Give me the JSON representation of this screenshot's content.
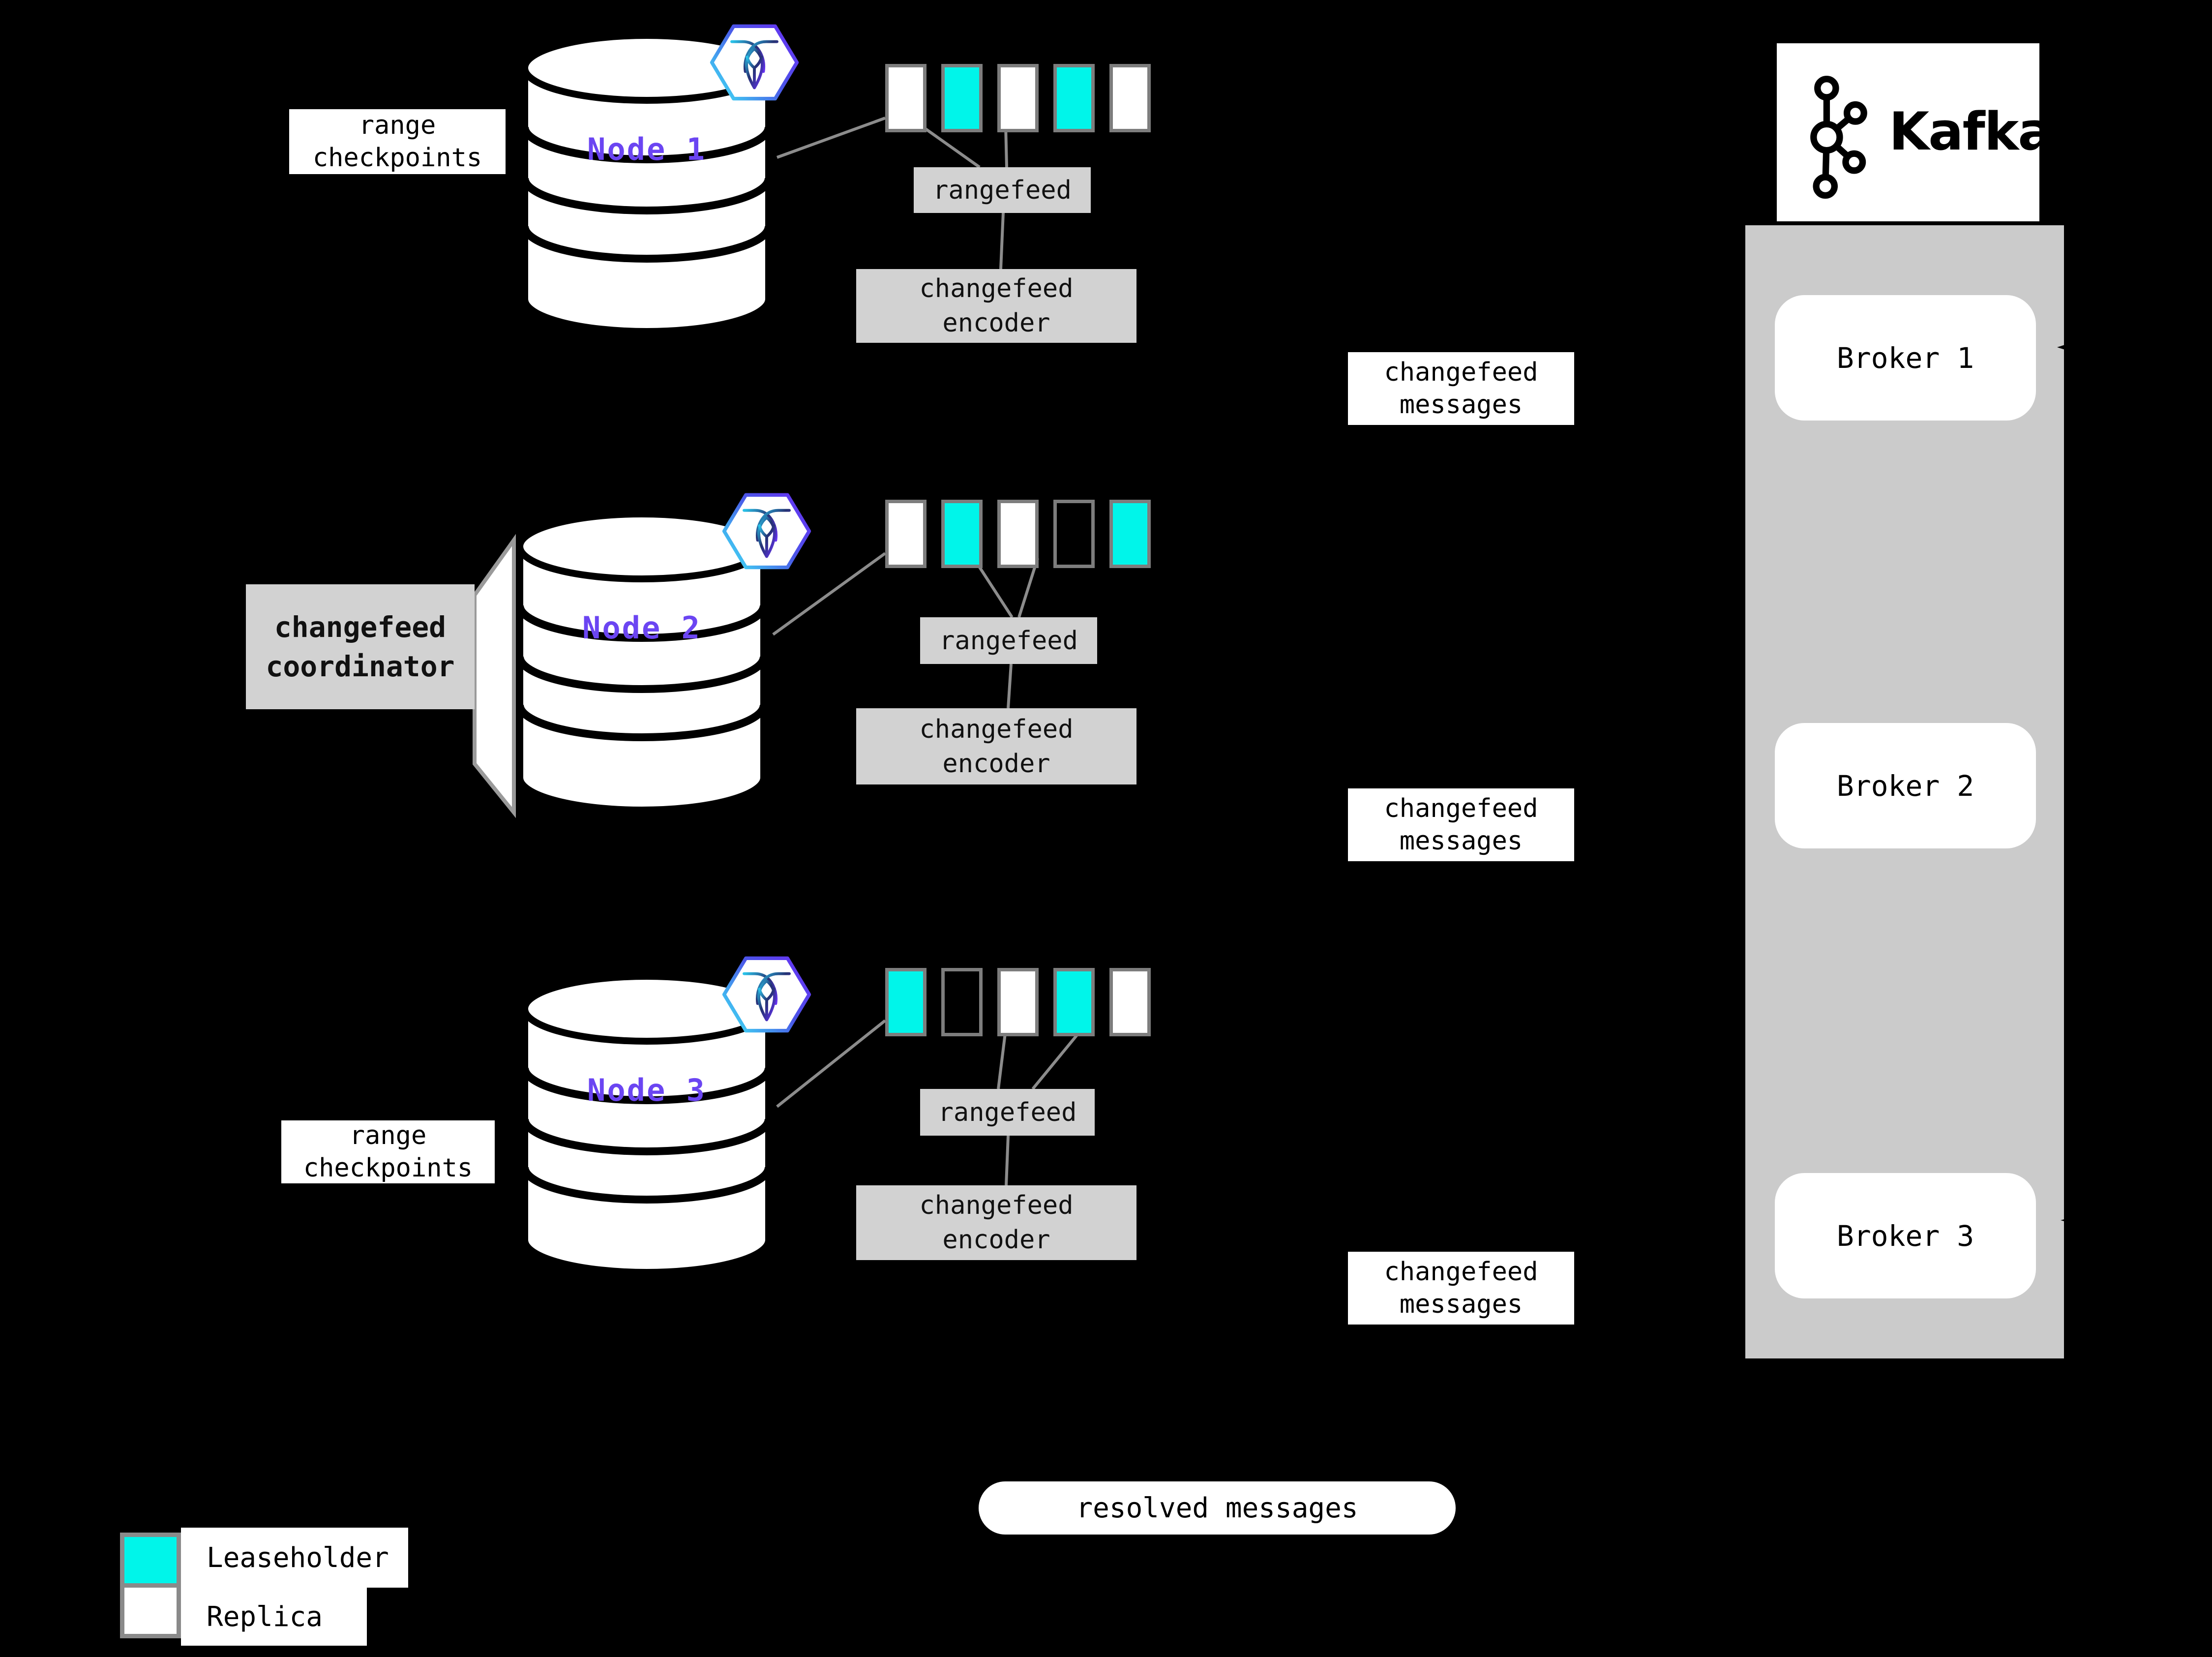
{
  "colors": {
    "background": "#000000",
    "leaseholder": "#00f5ea",
    "replica": "#ffffff",
    "node_label_purple": "#6b45f2",
    "label_box_gray": "#d2d2d2",
    "kafka_panel_gray": "#cbcbcb"
  },
  "nodes": [
    {
      "label": "Node 1",
      "ranges": [
        "replica",
        "leaseholder",
        "replica",
        "leaseholder",
        "replica"
      ]
    },
    {
      "label": "Node 2",
      "ranges": [
        "replica",
        "leaseholder",
        "replica",
        "empty",
        "leaseholder"
      ]
    },
    {
      "label": "Node 3",
      "ranges": [
        "leaseholder",
        "empty",
        "replica",
        "leaseholder",
        "replica"
      ]
    }
  ],
  "boxes": {
    "rangefeed": "rangefeed",
    "encoder_line1": "changefeed",
    "encoder_line2": "encoder",
    "coordinator_line1": "changefeed",
    "coordinator_line2": "coordinator",
    "range_checkpoints_line1": "range",
    "range_checkpoints_line2": "checkpoints",
    "messages_line1": "changefeed",
    "messages_line2": "messages",
    "resolved": "resolved messages"
  },
  "kafka": {
    "wordmark": "Kafka",
    "brokers": [
      "Broker 1",
      "Broker 2",
      "Broker 3"
    ]
  },
  "legend": {
    "leaseholder_label": "Leaseholder",
    "replica_label": "Replica"
  }
}
